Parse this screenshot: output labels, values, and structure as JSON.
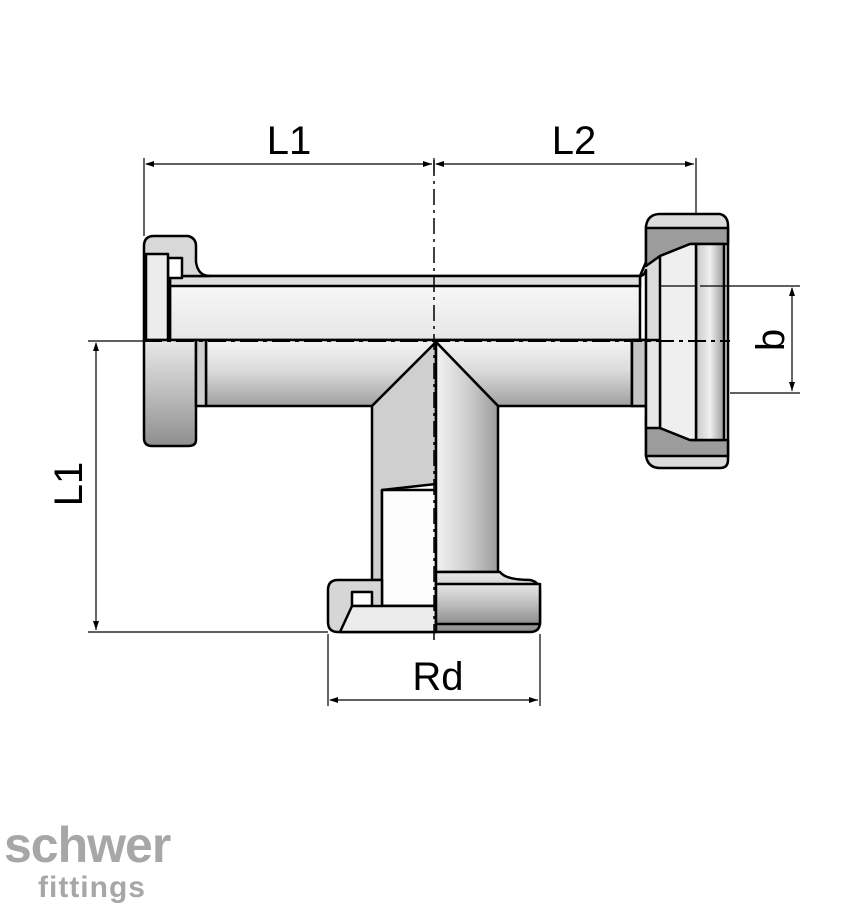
{
  "drawing": {
    "labels": {
      "top_left_length": "L1",
      "top_right_length": "L2",
      "vertical_length": "L1",
      "bore_diameter": "b",
      "branch_thread": "Rd"
    }
  },
  "logo": {
    "brand": "schwer",
    "tagline": "fittings"
  },
  "colors": {
    "metal_light": "#f2f2f2",
    "metal_dark": "#9a9a9a",
    "logo_grey": "#a7a7a7",
    "line": "#000000"
  }
}
